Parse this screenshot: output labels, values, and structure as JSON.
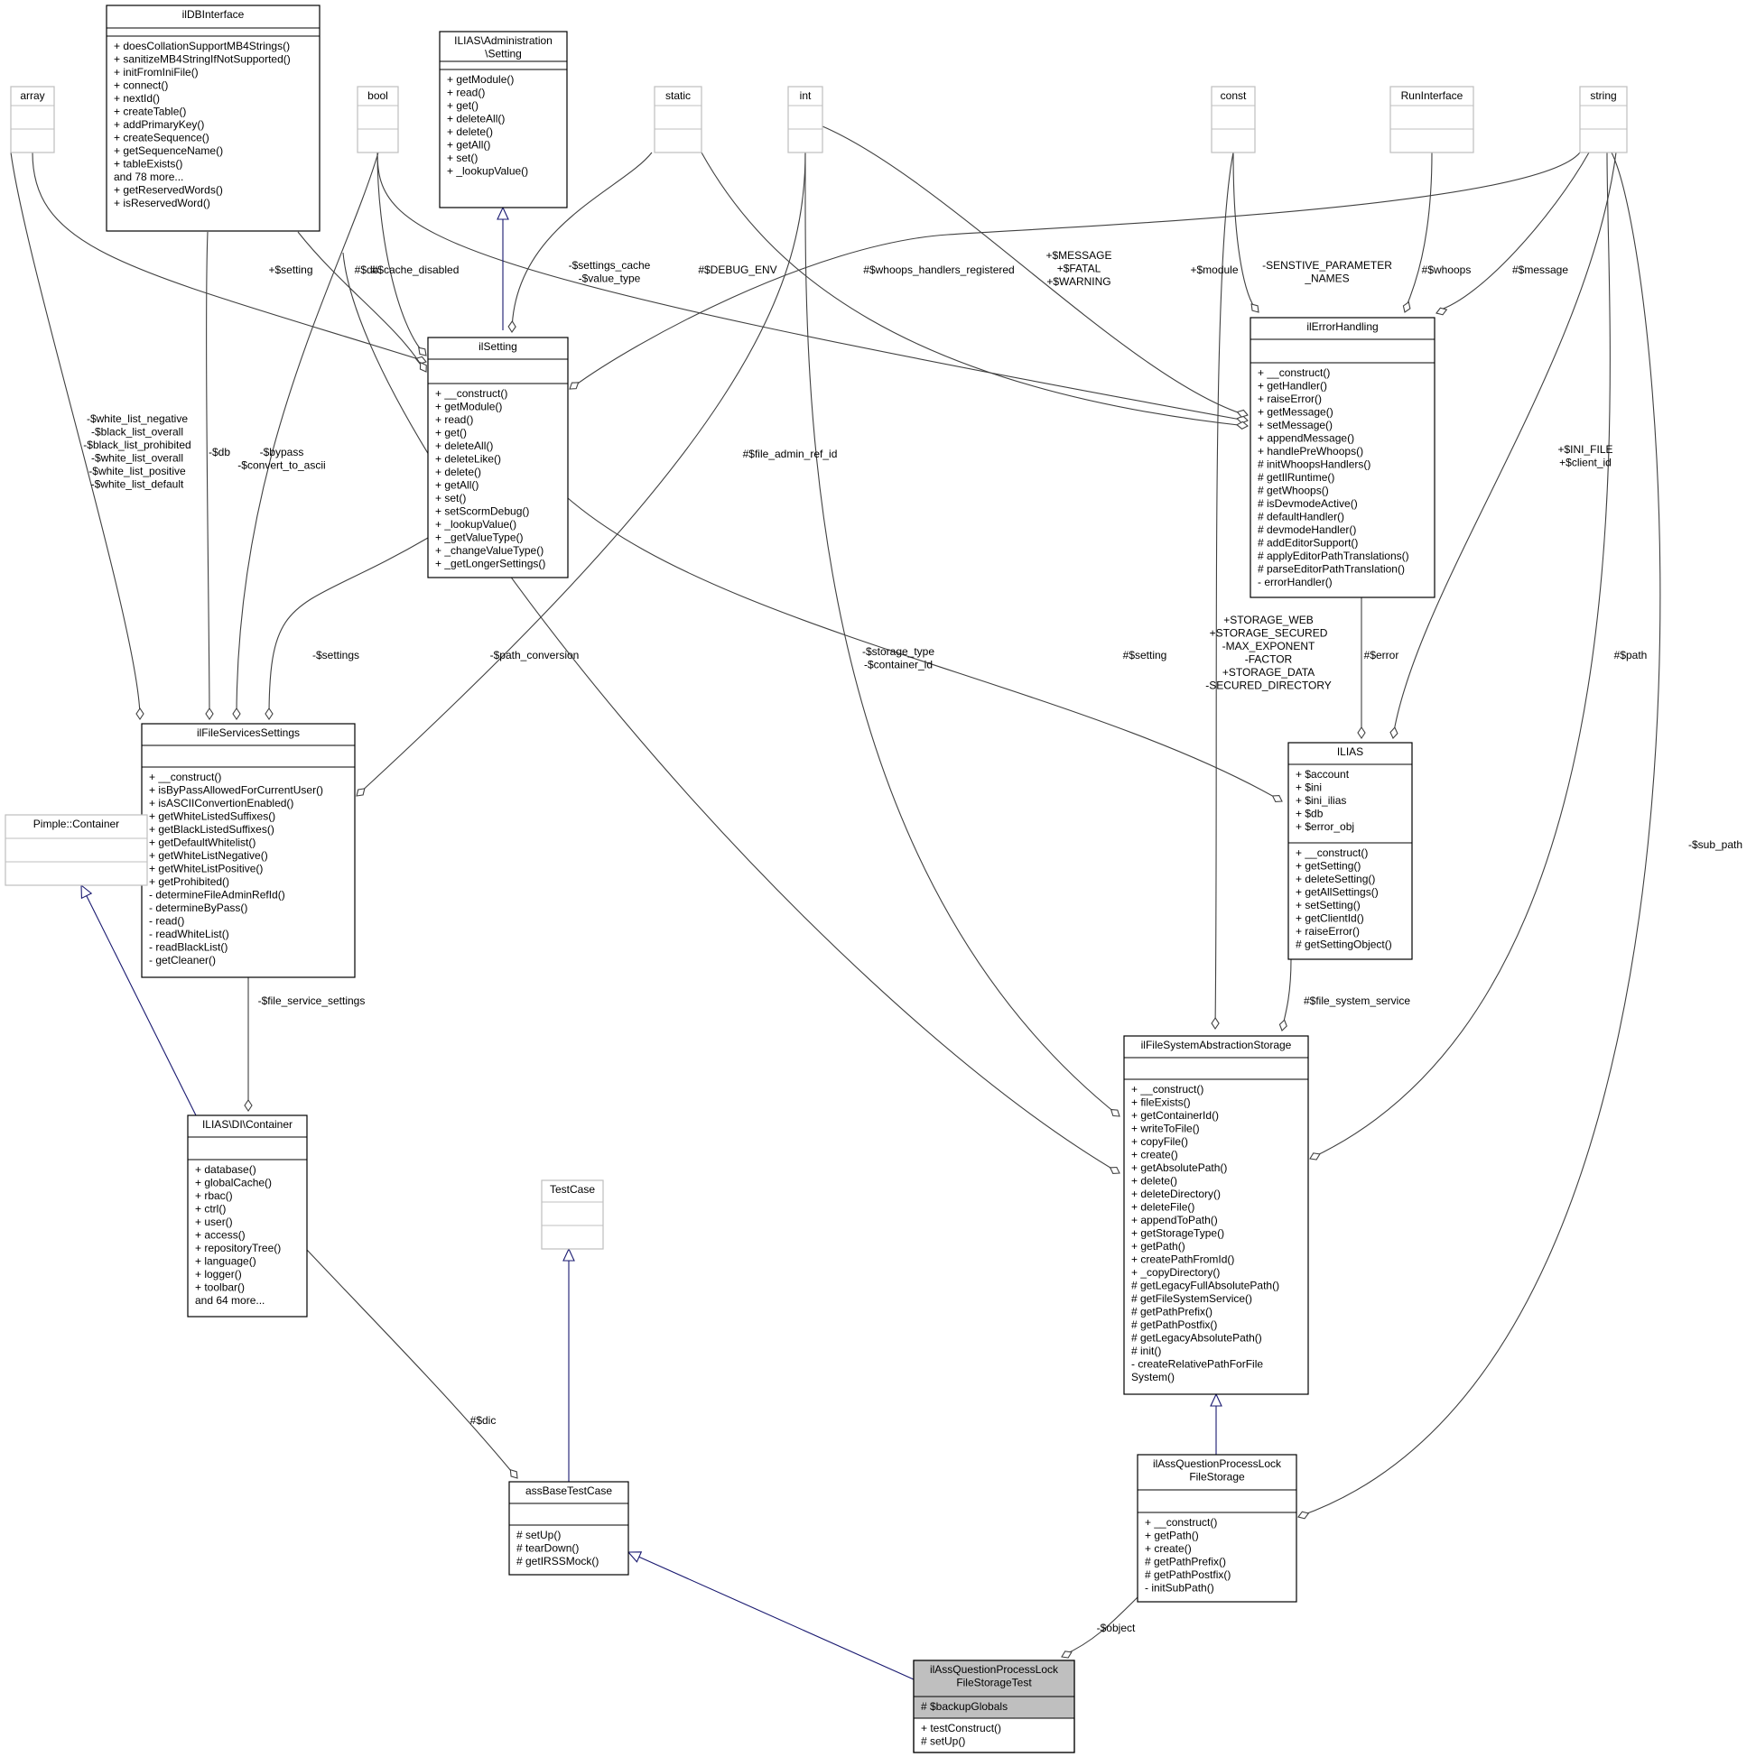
{
  "colors": {
    "node_border": "#000000",
    "ghost_border": "#bfbfbf",
    "highlight_fill": "#bfbfbf",
    "usage_edge": "#404040",
    "inherit_edge": "#191970"
  },
  "nodes": [
    {
      "id": "ilDBInterface",
      "title": [
        "ilDBInterface"
      ],
      "attrs": [],
      "methods": [
        "+ doesCollationSupportMB4Strings()",
        "+ sanitizeMB4StringIfNotSupported()",
        "+ initFromIniFile()",
        "+ connect()",
        "+ nextId()",
        "+ createTable()",
        "+ addPrimaryKey()",
        "+ createSequence()",
        "+ getSequenceName()",
        "+ tableExists()",
        "and 78 more...",
        "+ getReservedWords()",
        "+ isReservedWord()"
      ]
    },
    {
      "id": "ILIASAdminSetting",
      "title": [
        "ILIAS\\Administration",
        "\\Setting"
      ],
      "attrs": [],
      "methods": [
        "+ getModule()",
        "+ read()",
        "+ get()",
        "+ deleteAll()",
        "+ delete()",
        "+ getAll()",
        "+ set()",
        "+ _lookupValue()"
      ]
    },
    {
      "id": "array",
      "title": [
        "array"
      ],
      "attrs": [],
      "methods": []
    },
    {
      "id": "bool",
      "title": [
        "bool"
      ],
      "attrs": [],
      "methods": []
    },
    {
      "id": "static",
      "title": [
        "static"
      ],
      "attrs": [],
      "methods": []
    },
    {
      "id": "int",
      "title": [
        "int"
      ],
      "attrs": [],
      "methods": []
    },
    {
      "id": "const",
      "title": [
        "const"
      ],
      "attrs": [],
      "methods": []
    },
    {
      "id": "RunInterface",
      "title": [
        "RunInterface"
      ],
      "attrs": [],
      "methods": []
    },
    {
      "id": "string",
      "title": [
        "string"
      ],
      "attrs": [],
      "methods": []
    },
    {
      "id": "ilSetting",
      "title": [
        "ilSetting"
      ],
      "attrs": [],
      "methods": [
        "+ __construct()",
        "+ getModule()",
        "+ read()",
        "+ get()",
        "+ deleteAll()",
        "+ deleteLike()",
        "+ delete()",
        "+ getAll()",
        "+ set()",
        "+ setScormDebug()",
        "+ _lookupValue()",
        "+ _getValueType()",
        "+ _changeValueType()",
        "+ _getLongerSettings()"
      ]
    },
    {
      "id": "ilErrorHandling",
      "title": [
        "ilErrorHandling"
      ],
      "attrs": [],
      "methods": [
        "+ __construct()",
        "+ getHandler()",
        "+ raiseError()",
        "+ getMessage()",
        "+ setMessage()",
        "+ appendMessage()",
        "+ handlePreWhoops()",
        "# initWhoopsHandlers()",
        "# getIlRuntime()",
        "# getWhoops()",
        "# isDevmodeActive()",
        "# defaultHandler()",
        "# devmodeHandler()",
        "# addEditorSupport()",
        "# applyEditorPathTranslations()",
        "# parseEditorPathTranslation()",
        "- errorHandler()"
      ]
    },
    {
      "id": "ilFileServicesSettings",
      "title": [
        "ilFileServicesSettings"
      ],
      "attrs": [],
      "methods": [
        "+ __construct()",
        "+ isByPassAllowedForCurrentUser()",
        "+ isASCIIConvertionEnabled()",
        "+ getWhiteListedSuffixes()",
        "+ getBlackListedSuffixes()",
        "+ getDefaultWhitelist()",
        "+ getWhiteListNegative()",
        "+ getWhiteListPositive()",
        "+ getProhibited()",
        "- determineFileAdminRefId()",
        "- determineByPass()",
        "- read()",
        "- readWhiteList()",
        "- readBlackList()",
        "- getCleaner()"
      ]
    },
    {
      "id": "ILIAS",
      "title": [
        "ILIAS"
      ],
      "attrs": [
        "+ $account",
        "+ $ini",
        "+ $ini_ilias",
        "+ $db",
        "+ $error_obj"
      ],
      "methods": [
        "+ __construct()",
        "+ getSetting()",
        "+ deleteSetting()",
        "+ getAllSettings()",
        "+ setSetting()",
        "+ getClientId()",
        "+ raiseError()",
        "# getSettingObject()"
      ]
    },
    {
      "id": "Pimple",
      "title": [
        "Pimple::Container"
      ],
      "attrs": [],
      "methods": []
    },
    {
      "id": "DIContainer",
      "title": [
        "ILIAS\\DI\\Container"
      ],
      "attrs": [],
      "methods": [
        "+ database()",
        "+ globalCache()",
        "+ rbac()",
        "+ ctrl()",
        "+ user()",
        "+ access()",
        "+ repositoryTree()",
        "+ language()",
        "+ logger()",
        "+ toolbar()",
        "and 64 more..."
      ]
    },
    {
      "id": "TestCase",
      "title": [
        "TestCase"
      ],
      "attrs": [],
      "methods": []
    },
    {
      "id": "ilFSAS",
      "title": [
        "ilFileSystemAbstractionStorage"
      ],
      "attrs": [],
      "methods": [
        "+ __construct()",
        "+ fileExists()",
        "+ getContainerId()",
        "+ writeToFile()",
        "+ copyFile()",
        "+ create()",
        "+ getAbsolutePath()",
        "+ delete()",
        "+ deleteDirectory()",
        "+ deleteFile()",
        "+ appendToPath()",
        "+ getStorageType()",
        "+ getPath()",
        "+ createPathFromId()",
        "+ _copyDirectory()",
        "# getLegacyFullAbsolutePath()",
        "# getFileSystemService()",
        "# getPathPrefix()",
        "# getPathPostfix()",
        "# getLegacyAbsolutePath()",
        "# init()",
        "- createRelativePathForFile",
        "System()"
      ]
    },
    {
      "id": "assBaseTestCase",
      "title": [
        "assBaseTestCase"
      ],
      "attrs": [],
      "methods": [
        "# setUp()",
        "# tearDown()",
        "# getIRSSMock()"
      ]
    },
    {
      "id": "ilAQPLFS",
      "title": [
        "ilAssQuestionProcessLock",
        "FileStorage"
      ],
      "attrs": [],
      "methods": [
        "+ __construct()",
        "+ getPath()",
        "+ create()",
        "# getPathPrefix()",
        "# getPathPostfix()",
        "- initSubPath()"
      ]
    },
    {
      "id": "main",
      "title": [
        "ilAssQuestionProcessLock",
        "FileStorageTest"
      ],
      "attrs": [
        "# $backupGlobals"
      ],
      "methods": [
        "+ testConstruct()",
        "# setUp()"
      ]
    }
  ],
  "edge_labels": [
    {
      "id": "e1",
      "lines": [
        "+$setting"
      ]
    },
    {
      "id": "e2",
      "lines": [
        "#$db"
      ]
    },
    {
      "id": "e3",
      "lines": [
        "#$cache_disabled"
      ]
    },
    {
      "id": "e4",
      "lines": [
        "-$settings_cache",
        "-$value_type"
      ]
    },
    {
      "id": "e5",
      "lines": [
        "#$DEBUG_ENV"
      ]
    },
    {
      "id": "e6",
      "lines": [
        "#$whoops_handlers_registered"
      ]
    },
    {
      "id": "e7",
      "lines": [
        "+$MESSAGE",
        "+$FATAL",
        "+$WARNING"
      ]
    },
    {
      "id": "e8",
      "lines": [
        "+$module"
      ]
    },
    {
      "id": "e9",
      "lines": [
        "-SENSTIVE_PARAMETER",
        "_NAMES"
      ]
    },
    {
      "id": "e10",
      "lines": [
        "#$whoops"
      ]
    },
    {
      "id": "e11",
      "lines": [
        "#$message"
      ]
    },
    {
      "id": "e12",
      "lines": [
        "-$white_list_negative",
        "-$black_list_overall",
        "-$black_list_prohibited",
        "-$white_list_overall",
        "-$white_list_positive",
        "-$white_list_default"
      ]
    },
    {
      "id": "e13",
      "lines": [
        "-$db"
      ]
    },
    {
      "id": "e14",
      "lines": [
        "-$bypass",
        "-$convert_to_ascii"
      ]
    },
    {
      "id": "e15",
      "lines": [
        "#$file_admin_ref_id"
      ]
    },
    {
      "id": "e16",
      "lines": [
        "+$INI_FILE",
        "+$client_id"
      ]
    },
    {
      "id": "e17",
      "lines": [
        "-$settings"
      ]
    },
    {
      "id": "e18",
      "lines": [
        "-$path_conversion"
      ]
    },
    {
      "id": "e19",
      "lines": [
        "-$storage_type",
        "-$container_id"
      ]
    },
    {
      "id": "e20",
      "lines": [
        "+STORAGE_WEB",
        "+STORAGE_SECURED",
        "-MAX_EXPONENT",
        "-FACTOR",
        "+STORAGE_DATA",
        "-SECURED_DIRECTORY"
      ]
    },
    {
      "id": "e21",
      "lines": [
        "#$setting"
      ]
    },
    {
      "id": "e22",
      "lines": [
        "#$error"
      ]
    },
    {
      "id": "e23",
      "lines": [
        "#$path"
      ]
    },
    {
      "id": "e24",
      "lines": [
        "-$sub_path"
      ]
    },
    {
      "id": "e25",
      "lines": [
        "-$file_service_settings"
      ]
    },
    {
      "id": "e26",
      "lines": [
        "#$file_system_service"
      ]
    },
    {
      "id": "e27",
      "lines": [
        "#$dic"
      ]
    },
    {
      "id": "e28",
      "lines": [
        "-$object"
      ]
    }
  ]
}
